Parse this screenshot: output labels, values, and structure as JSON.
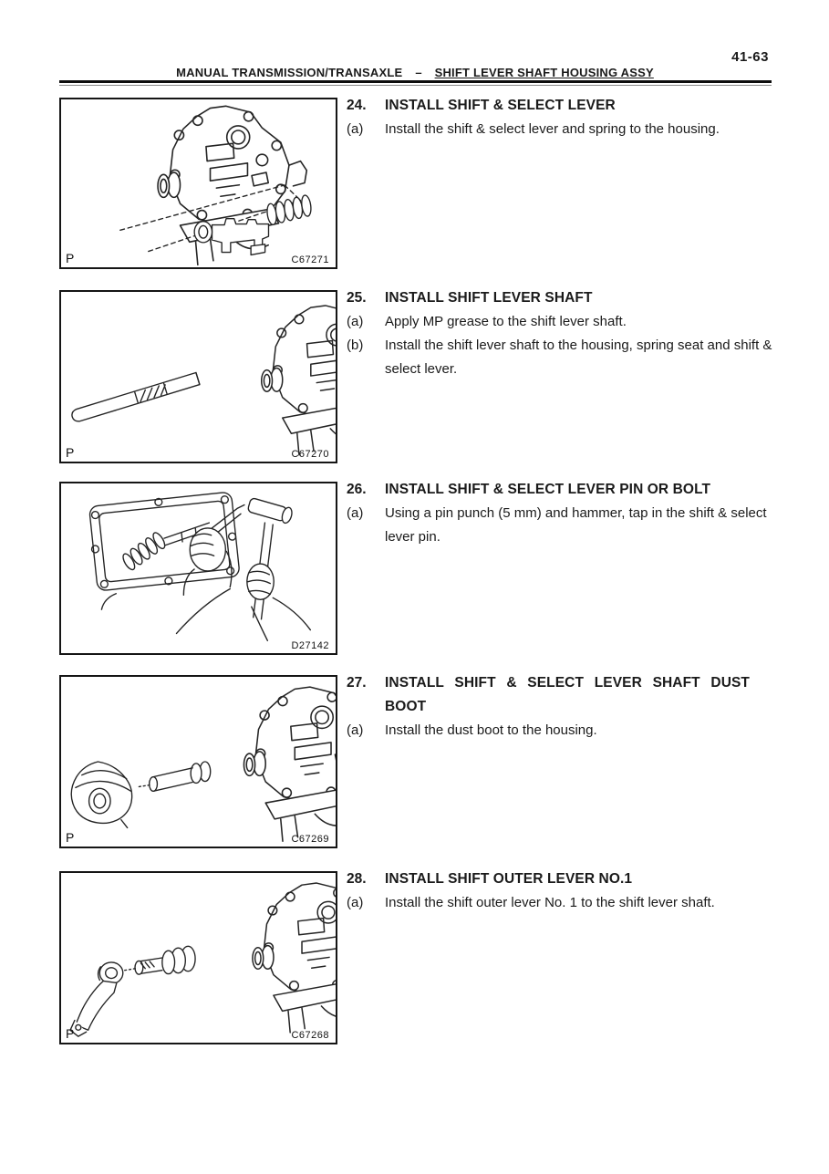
{
  "page": {
    "number": "41-63"
  },
  "header": {
    "section": "MANUAL TRANSMISSION/TRANSAXLE",
    "separator": "–",
    "subsection": "SHIFT LEVER SHAFT HOUSING ASSY"
  },
  "steps": [
    {
      "num": "24.",
      "title": "INSTALL SHIFT & SELECT LEVER",
      "substeps": [
        {
          "label": "(a)",
          "text": "Install the shift & select lever and spring to the housing."
        }
      ],
      "figure": {
        "code": "C67271",
        "corner": "P",
        "description": "Housing with shift & select lever and spring shown exploded on dashed insertion lines"
      }
    },
    {
      "num": "25.",
      "title": "INSTALL SHIFT LEVER SHAFT",
      "substeps": [
        {
          "label": "(a)",
          "text": "Apply MP grease to the shift lever shaft."
        },
        {
          "label": "(b)",
          "text": "Install the shift lever shaft to the housing, spring seat and shift & select lever."
        }
      ],
      "figure": {
        "code": "C67270",
        "corner": "P",
        "description": "Shift lever shaft rod aligned toward housing bore"
      }
    },
    {
      "num": "26.",
      "title": "INSTALL SHIFT & SELECT LEVER PIN OR BOLT",
      "substeps": [
        {
          "label": "(a)",
          "text": "Using a pin punch (5 mm) and hammer, tap in the shift & select lever pin."
        }
      ],
      "figure": {
        "code": "D27142",
        "corner": "",
        "description": "Hands tapping pin into housing with pin punch and hammer"
      }
    },
    {
      "num": "27.",
      "title": "INSTALL SHIFT & SELECT LEVER SHAFT DUST BOOT",
      "substeps": [
        {
          "label": "(a)",
          "text": "Install the dust boot to the housing."
        }
      ],
      "figure": {
        "code": "C67269",
        "corner": "P",
        "description": "Dust boot shown exploded from shift lever shaft on housing"
      }
    },
    {
      "num": "28.",
      "title": "INSTALL SHIFT OUTER LEVER NO.1",
      "substeps": [
        {
          "label": "(a)",
          "text": "Install the shift outer lever No. 1 to the shift lever shaft."
        }
      ],
      "figure": {
        "code": "C67268",
        "corner": "P",
        "description": "Shift outer lever No.1 shown exploded from shift lever shaft"
      }
    }
  ]
}
